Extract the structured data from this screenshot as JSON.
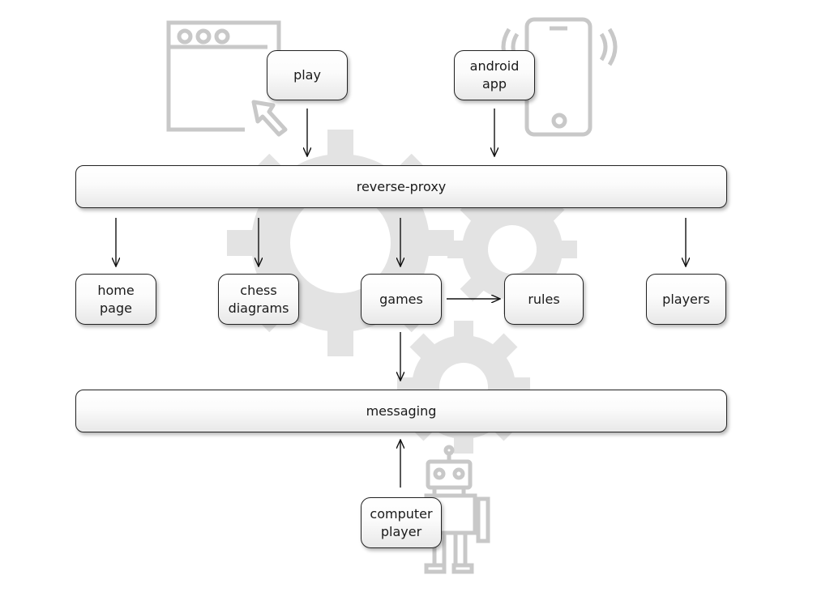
{
  "diagram": {
    "nodes": {
      "play": "play",
      "android_app": "android\napp",
      "reverse_proxy": "reverse-proxy",
      "home_page": "home\npage",
      "chess_diagrams": "chess\ndiagrams",
      "games": "games",
      "rules": "rules",
      "players": "players",
      "messaging": "messaging",
      "computer_player": "computer\nplayer"
    },
    "edges": [
      {
        "from": "play",
        "to": "reverse-proxy"
      },
      {
        "from": "android app",
        "to": "reverse-proxy"
      },
      {
        "from": "reverse-proxy",
        "to": "home page"
      },
      {
        "from": "reverse-proxy",
        "to": "chess diagrams"
      },
      {
        "from": "reverse-proxy",
        "to": "games"
      },
      {
        "from": "reverse-proxy",
        "to": "players"
      },
      {
        "from": "games",
        "to": "rules"
      },
      {
        "from": "games",
        "to": "messaging"
      },
      {
        "from": "computer player",
        "to": "messaging"
      }
    ],
    "colors": {
      "line": "#111111",
      "illustration": "#c8c8c8",
      "gear": "#e3e3e3",
      "border": "#222222"
    },
    "decorations": [
      "browser-window-icon",
      "cursor-arrow-icon",
      "smartphone-icon",
      "gear-icon",
      "robot-icon"
    ]
  }
}
